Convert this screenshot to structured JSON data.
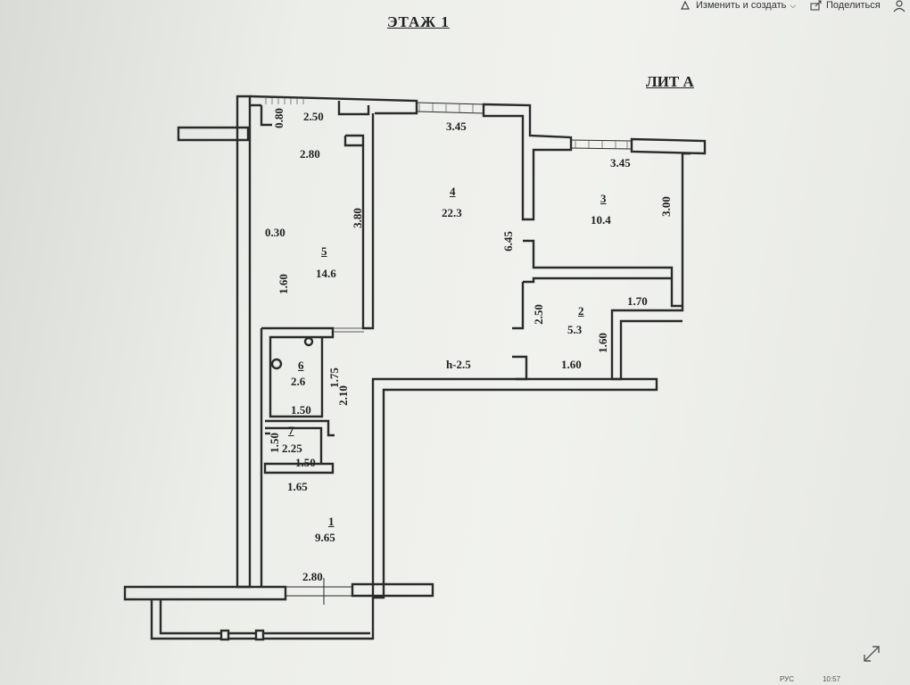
{
  "toolbar": {
    "edit_create_label": "Изменить и создать",
    "share_label": "Поделиться"
  },
  "plan": {
    "title": "ЭТАЖ 1",
    "lit": "ЛИТ А",
    "rooms": [
      {
        "num": "4",
        "area": "22.3"
      },
      {
        "num": "3",
        "area": "10.4"
      },
      {
        "num": "5",
        "area": "14.6"
      },
      {
        "num": "2",
        "area": "5.3"
      },
      {
        "num": "6",
        "area": "2.6"
      },
      {
        "num": "7",
        "area": "2.25"
      },
      {
        "num": "1",
        "area": "9.65"
      }
    ],
    "dims": {
      "d080": "0.80",
      "d250a": "2.50",
      "d345a": "3.45",
      "d345b": "3.45",
      "d280a": "2.80",
      "d300": "3.00",
      "d380": "3.80",
      "d645": "6.45",
      "d030": "0.30",
      "d160a": "1.60",
      "d170": "1.70",
      "d250b": "2.50",
      "d160b": "1.60",
      "d160c": "1.60",
      "h25": "h-2.5",
      "d175": "1.75",
      "d210": "2.10",
      "d150a": "1.50",
      "d150b": "1.50",
      "d150c": "1.50",
      "d165": "1.65",
      "d280b": "2.80"
    }
  },
  "taskbar": {
    "lang": "РУС",
    "time": "10:57"
  }
}
